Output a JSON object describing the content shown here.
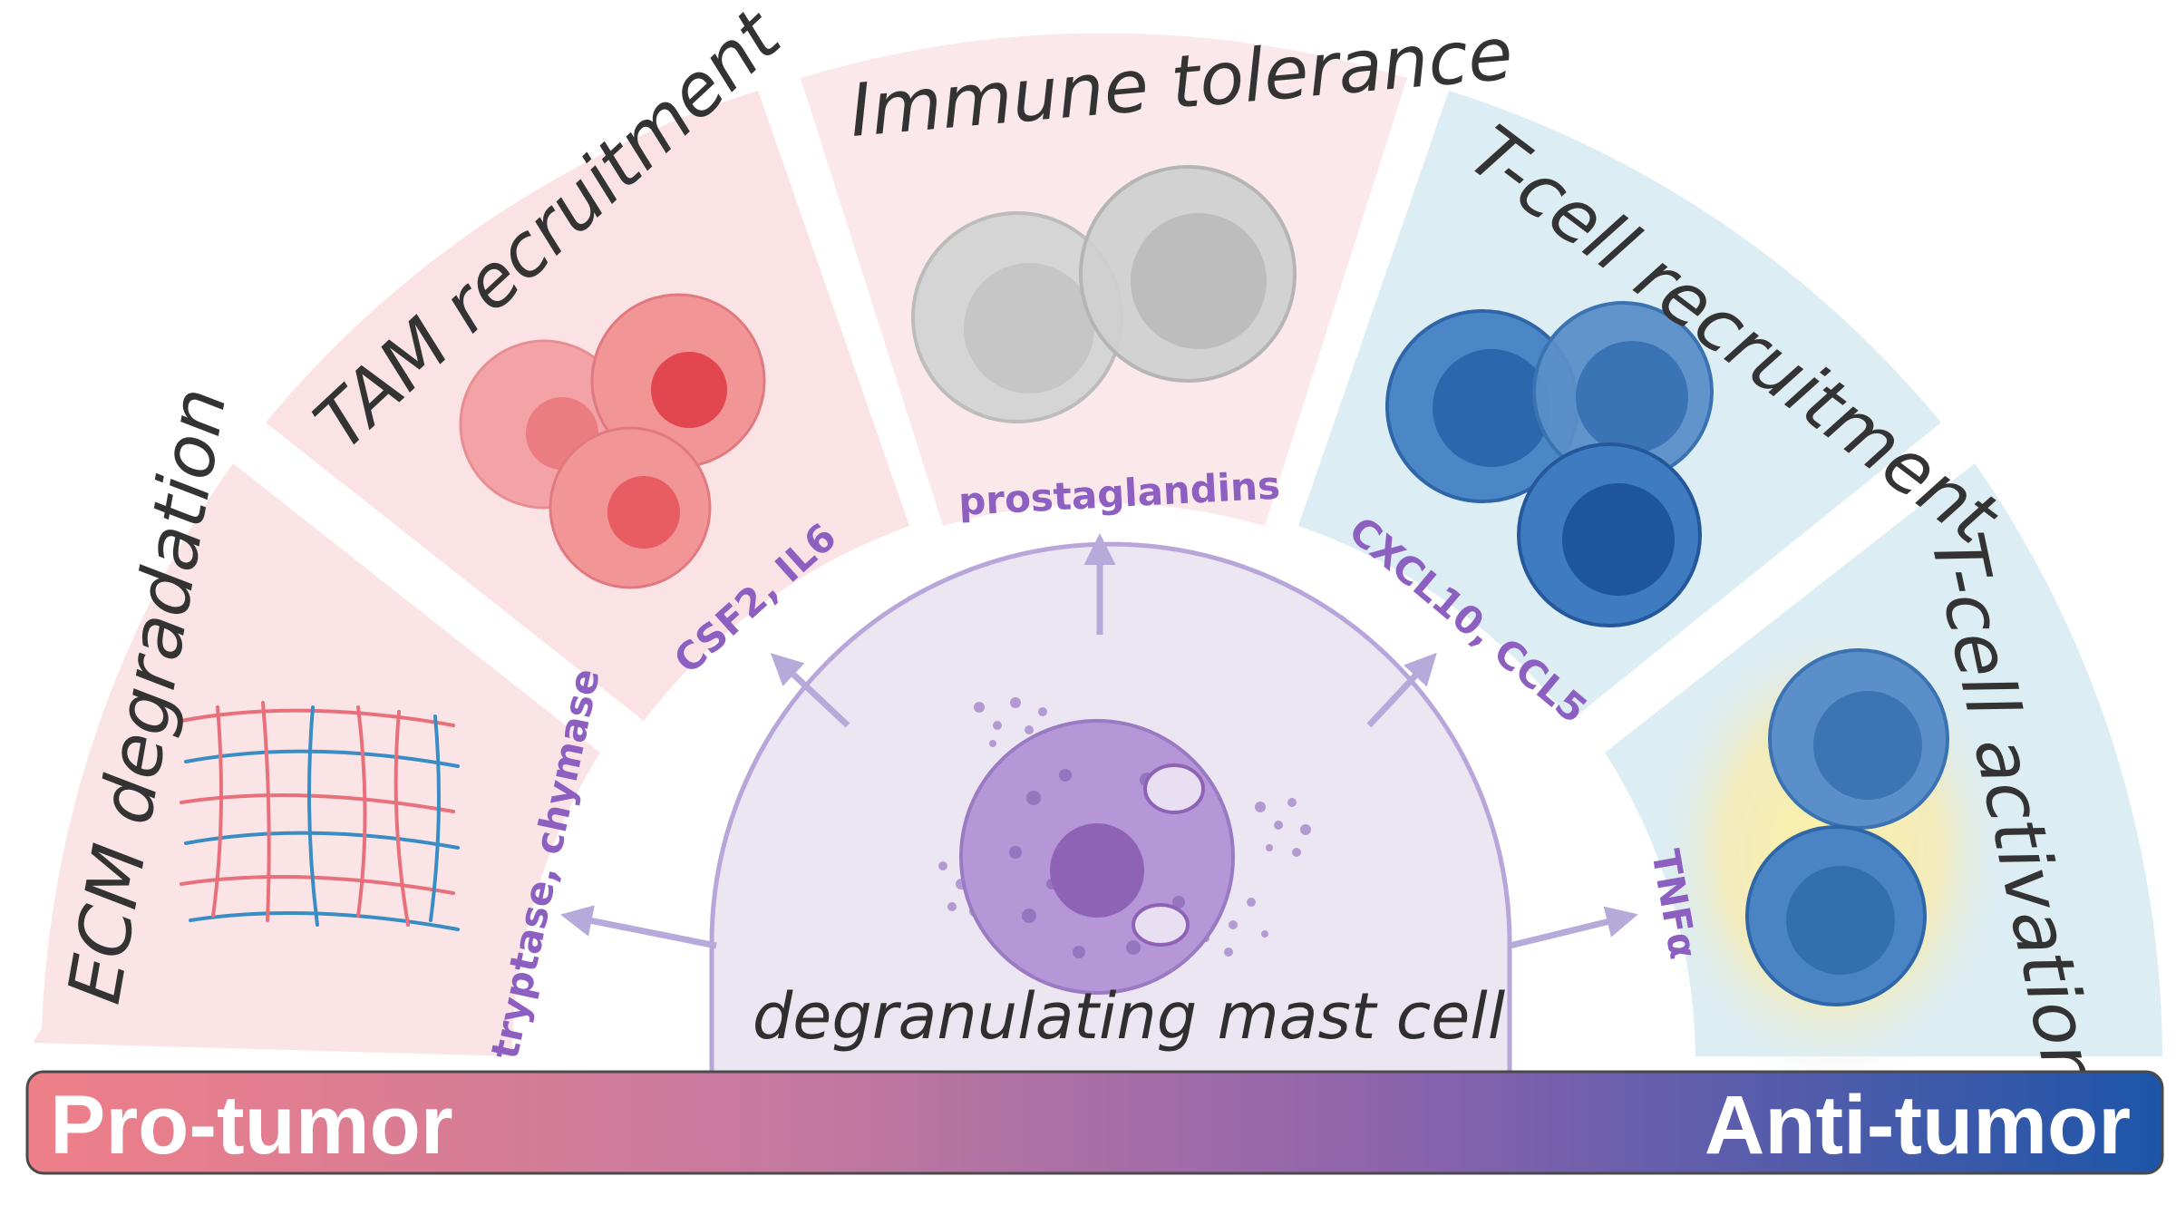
{
  "segments": [
    {
      "title": "ECM degradation",
      "mediator": "tryptase, chymase"
    },
    {
      "title": "TAM recruitment",
      "mediator": "CSF2, IL6"
    },
    {
      "title": "Immune tolerance",
      "mediator": "prostaglandins"
    },
    {
      "title": "T-cell recruitment",
      "mediator": "CXCL10, CCL5"
    },
    {
      "title": "T-cell activation",
      "mediator": "TNFα"
    }
  ],
  "center": {
    "label": "degranulating mast cell"
  },
  "bar": {
    "left_label": "Pro-tumor",
    "right_label": "Anti-tumor"
  },
  "colors": {
    "pro_panel": "#fbe4e6",
    "neutral_panel": "#fbe7ea",
    "anti_panel": "#dcedf4",
    "center_fill": "#ece6f3",
    "center_stroke": "#b8a6da",
    "mediator_text": "#8c5fc0",
    "bar_start": "#ec7d86",
    "bar_end": "#1e55a8"
  }
}
